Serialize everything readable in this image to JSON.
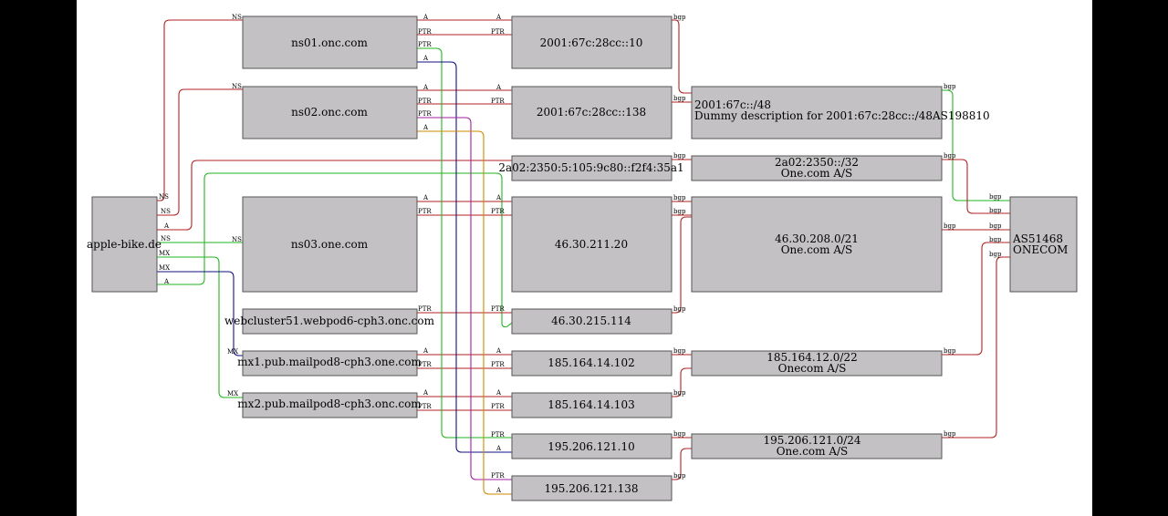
{
  "colors": {
    "red": "#b22222",
    "green": "#22b522",
    "navy": "#101080",
    "purple": "#a020a0",
    "orange": "#cc8a00",
    "box": "#c3c1c4"
  },
  "nodes": {
    "apple_bike": "apple-bike.de",
    "ns01": "ns01.onc.com",
    "ns02": "ns02.onc.com",
    "ns03": "ns03.one.com",
    "webcluster": "webcluster51.webpod6-cph3.onc.com",
    "mx1": "mx1.pub.mailpod8-cph3.one.com",
    "mx2": "mx2.pub.mailpod8-cph3.onc.com",
    "ip_2001_10": "2001:67c:28cc::10",
    "ip_2001_138": "2001:67c:28cc::138",
    "ip_2a02": "2a02:2350:5:105:9c80::f2f4:35a1",
    "ip_46_211": "46.30.211.20",
    "ip_46_215": "46.30.215.114",
    "ip_185_102": "185.164.14.102",
    "ip_185_103": "185.164.14.103",
    "ip_195_10": "195.206.121.10",
    "ip_195_138": "195.206.121.138",
    "pfx_2001": [
      "2001:67c::/48",
      "Dummy description for 2001:67c:28cc::/48AS198810"
    ],
    "pfx_2a02": [
      "2a02:2350::/32",
      "One.com A/S"
    ],
    "pfx_46": [
      "46.30.208.0/21",
      "One.com A/S"
    ],
    "pfx_185": [
      "185.164.12.0/22",
      "Onecom A/S"
    ],
    "pfx_195": [
      "195.206.121.0/24",
      "One.com A/S"
    ],
    "asn": [
      "AS51468",
      "ONECOM"
    ]
  },
  "labels": {
    "ns": "NS",
    "a": "A",
    "mx": "MX",
    "ptr": "PTR",
    "bgp": "bgp"
  }
}
